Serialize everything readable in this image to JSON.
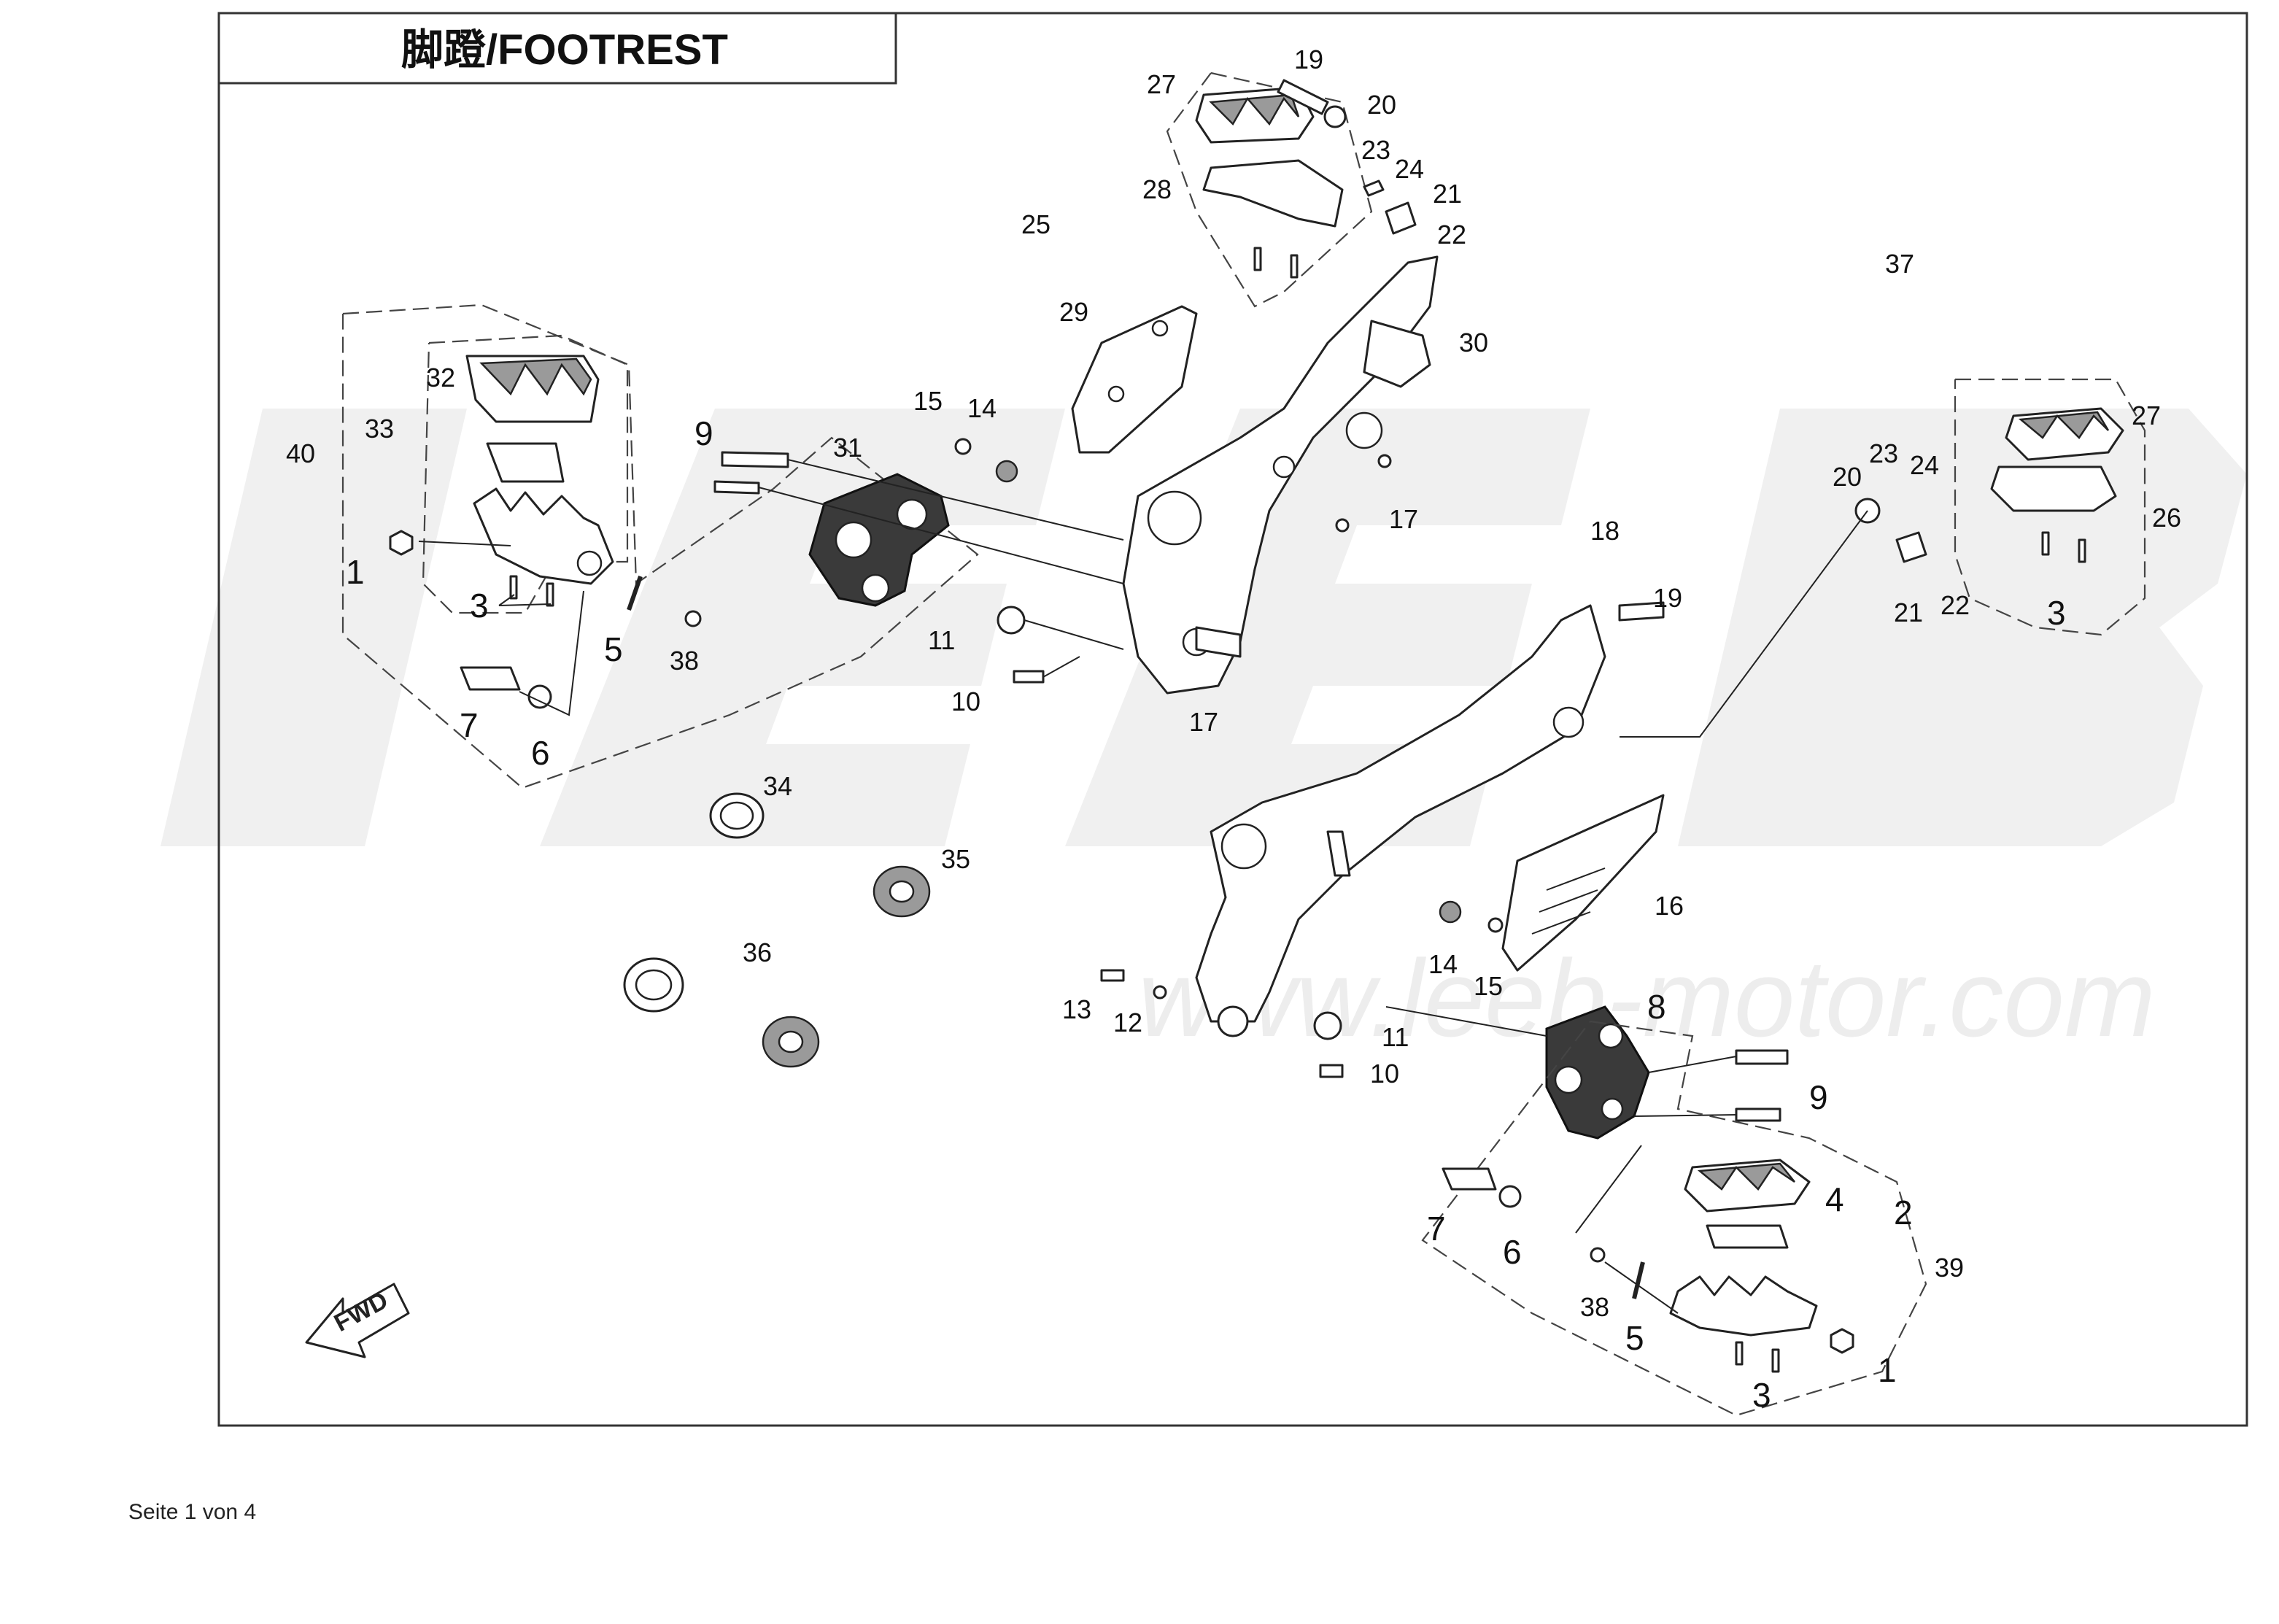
{
  "title": "脚蹬/FOOTREST",
  "watermark_url": "www.leeb-motor.com",
  "footer": "Seite 1 von 4",
  "fwd_label": "FWD",
  "callouts": {
    "c1a": "1",
    "c3a": "3",
    "c5a": "5",
    "c38a": "38",
    "c7a": "7",
    "c6a": "6",
    "c40": "40",
    "c33": "33",
    "c32": "32",
    "c9a": "9",
    "c31": "31",
    "c15a": "15",
    "c14a": "14",
    "c11a": "11",
    "c10a": "10",
    "c34": "34",
    "c35": "35",
    "c36": "36",
    "c27a": "27",
    "c19a": "19",
    "c20a": "20",
    "c23a": "23",
    "c24a": "24",
    "c21a": "21",
    "c22a": "22",
    "c28": "28",
    "c25": "25",
    "c29": "29",
    "c30": "30",
    "c17a": "17",
    "c17b": "17",
    "c18": "18",
    "c19b": "19",
    "c16": "16",
    "c14b": "14",
    "c15b": "15",
    "c13": "13",
    "c12": "12",
    "c11b": "11",
    "c10b": "10",
    "c8": "8",
    "c9b": "9",
    "c7b": "7",
    "c6b": "6",
    "c4": "4",
    "c2": "2",
    "c39": "39",
    "c38b": "38",
    "c5b": "5",
    "c3b": "3",
    "c1b": "1",
    "c37": "37",
    "c27b": "27",
    "c23b": "23",
    "c24b": "24",
    "c20b": "20",
    "c26": "26",
    "c21b": "21",
    "c22b": "22",
    "c3c": "3"
  }
}
